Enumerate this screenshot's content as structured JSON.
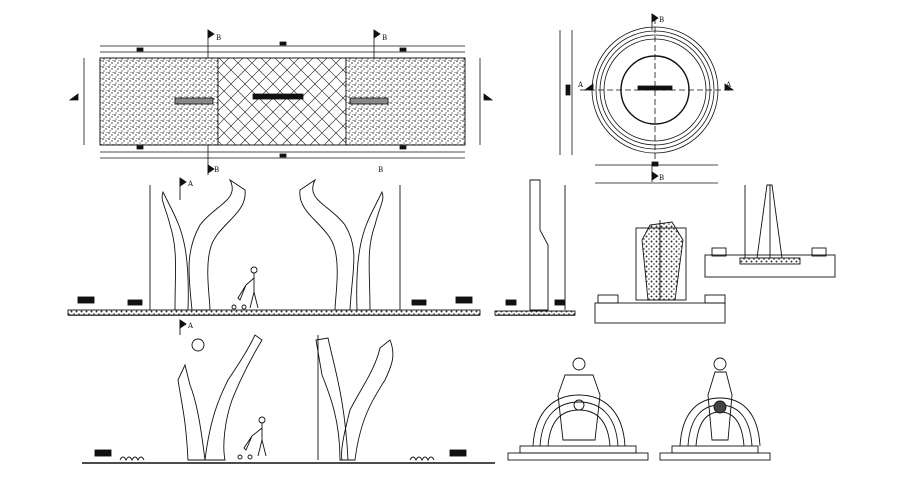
{
  "section_marks": {
    "plan_top_left": "B",
    "plan_top_right": "B",
    "plan_bottom_left": "B",
    "plan_bottom_right": "B",
    "circle_top": "B",
    "circle_bottom": "B",
    "circle_left": "A",
    "circle_right": "A",
    "elev_top_a": "A",
    "elev_mid_a": "A"
  },
  "colors": {
    "line": "#111111",
    "paper": "#ffffff"
  }
}
